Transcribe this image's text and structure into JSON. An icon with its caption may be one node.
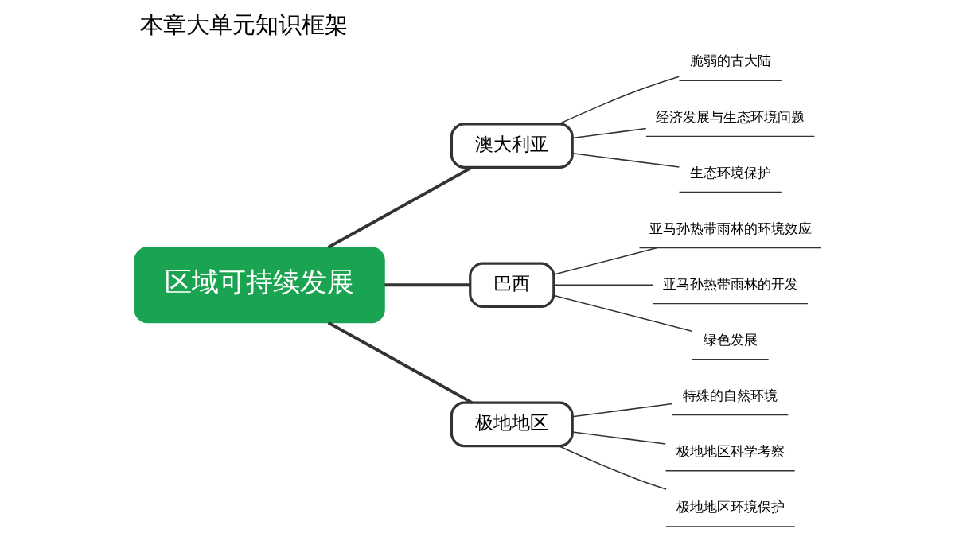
{
  "diagram": {
    "title": "本章大单元知识框架",
    "nodes": [
      {
        "text": [
          "区域可持续发展"
        ]
      },
      {
        "text": [
          "澳大利亚"
        ]
      },
      {
        "text": [
          "脆弱的古大陆"
        ]
      },
      {
        "text": [
          "经济发展与生态环境问题"
        ]
      },
      {
        "text": [
          "生态环境保护"
        ]
      },
      {
        "text": [
          "巴西"
        ]
      },
      {
        "text": [
          "亚马孙热带雨林的环境效应"
        ]
      },
      {
        "text": [
          "亚马孙热带雨林的开发"
        ]
      },
      {
        "text": [
          "绿色发展"
        ]
      },
      {
        "text": [
          "极地地区"
        ]
      },
      {
        "text": [
          "特殊的自然环境"
        ]
      },
      {
        "text": [
          "极地地区科学考察"
        ]
      },
      {
        "text": [
          "极地地区环境保护"
        ]
      }
    ],
    "edges": [
      {
        "from": 0,
        "to": 1,
        "arrow": "none",
        "style": "thick"
      },
      {
        "from": 0,
        "to": 5,
        "arrow": "none",
        "style": "thick"
      },
      {
        "from": 0,
        "to": 9,
        "arrow": "none",
        "style": "thick"
      },
      {
        "from": 1,
        "to": 2,
        "arrow": "none"
      },
      {
        "from": 1,
        "to": 3,
        "arrow": "none"
      },
      {
        "from": 1,
        "to": 4,
        "arrow": "none"
      },
      {
        "from": 5,
        "to": 6,
        "arrow": "none"
      },
      {
        "from": 5,
        "to": 7,
        "arrow": "none"
      },
      {
        "from": 5,
        "to": 8,
        "arrow": "none"
      },
      {
        "from": 9,
        "to": 10,
        "arrow": "none"
      },
      {
        "from": 9,
        "to": 11,
        "arrow": "none"
      },
      {
        "from": 9,
        "to": 12,
        "arrow": "none"
      }
    ]
  }
}
